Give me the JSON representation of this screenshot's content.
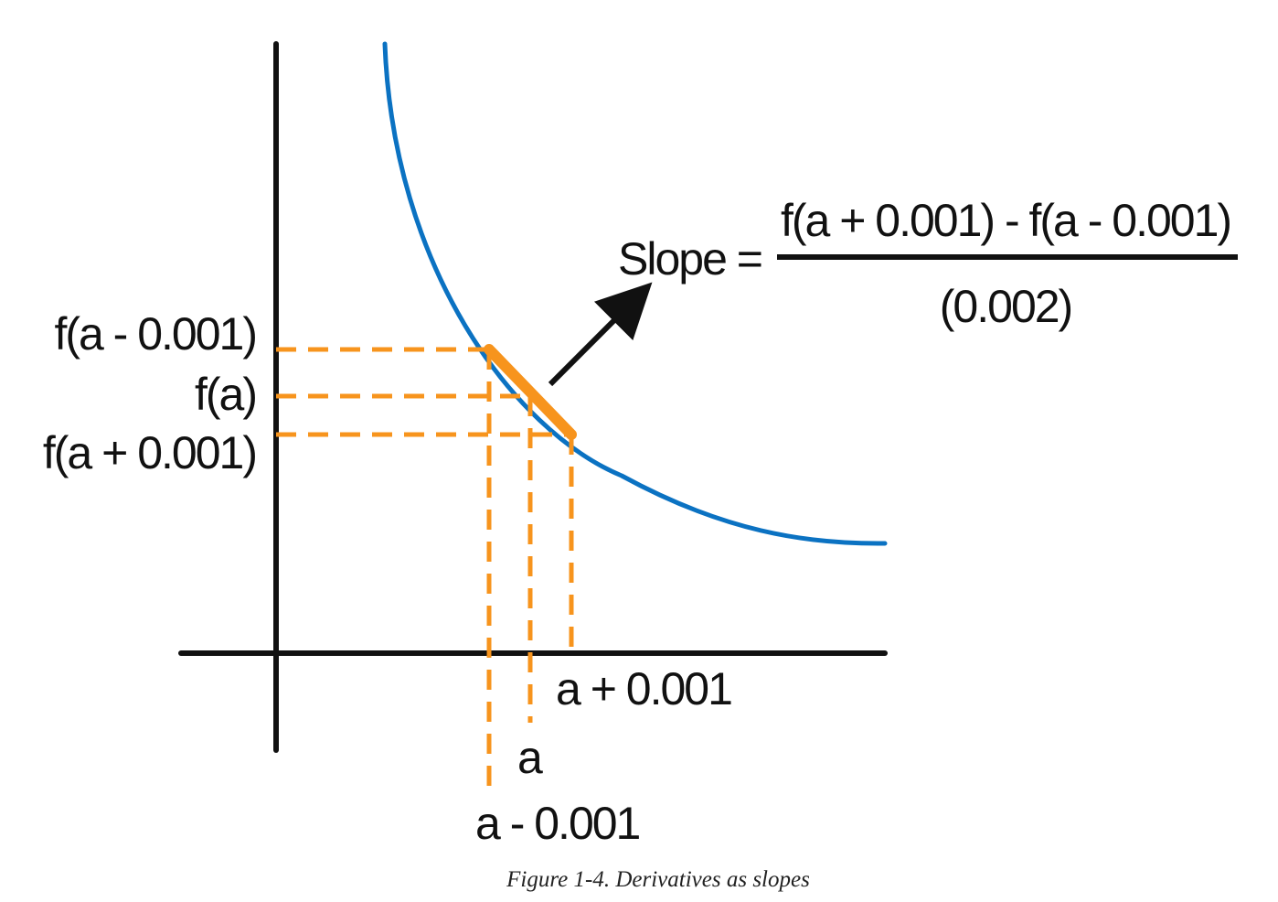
{
  "colors": {
    "axis": "#111111",
    "curve": "#0b72c2",
    "guide": "#f7941d",
    "text": "#111111"
  },
  "y_labels": {
    "f_minus": "f(a - 0.001)",
    "f_a": "f(a)",
    "f_plus": "f(a + 0.001)"
  },
  "x_labels": {
    "a_plus": "a + 0.001",
    "a": "a",
    "a_minus": "a - 0.001"
  },
  "formula": {
    "lhs": "Slope =",
    "numerator": "f(a + 0.001) - f(a - 0.001)",
    "denominator": "(0.002)"
  },
  "caption": {
    "label": "Figure 1-4.",
    "text": "Derivatives as slopes"
  }
}
